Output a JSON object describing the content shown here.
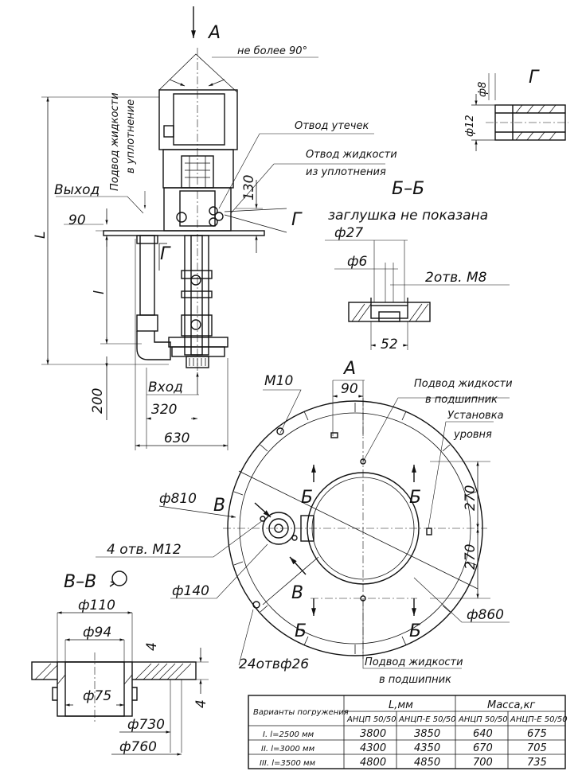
{
  "view_labels": {
    "view_a_top": "А",
    "view_a_circle": "А",
    "view_g": "Г",
    "g_mark_1": "Г",
    "g_mark_2": "Г",
    "section_bb": "Б–Б",
    "section_bb_note": "заглушка не показана",
    "section_vv": "В–В",
    "b_mark_1": "Б",
    "b_mark_2": "Б",
    "b_mark_3": "Б",
    "b_mark_4": "Б",
    "v_mark_1": "В",
    "v_mark_2": "В"
  },
  "annotations": {
    "angle": "не более 90°",
    "leak_drain": "Отвод утечек",
    "seal_drain_1": "Отвод жидкости",
    "seal_drain_2": "из уплотнения",
    "seal_supply_1": "Подвод жидкости",
    "seal_supply_2": "в уплотнение",
    "outlet": "Выход",
    "inlet": "Вход",
    "bearing_supply_top_1": "Подвод жидкости",
    "bearing_supply_top_2": "в подшипник",
    "level_set_1": "Установка",
    "level_set_2": "уровня",
    "bearing_supply_bot_1": "Подвод жидкости",
    "bearing_supply_bot_2": "в подшипник"
  },
  "dimensions": {
    "L": "L",
    "l": "l",
    "d90_left": "90",
    "d130": "130",
    "d200": "200",
    "d320": "320",
    "d630": "630",
    "d90_top": "90",
    "m10": "М10",
    "d810": "ф810",
    "holes_m12": "4 отв. М12",
    "d140": "ф140",
    "holes_24": "24отвф26",
    "d860": "ф860",
    "d270_top": "270",
    "d270_bot": "270",
    "d27": "ф27",
    "d6": "ф6",
    "holes_m8": "2отв. М8",
    "d52": "52",
    "d8": "ф8",
    "d12": "ф12",
    "d110": "ф110",
    "d94": "ф94",
    "t4_top": "4",
    "t4_bot": "4",
    "d75": "ф75",
    "d730": "ф730",
    "d760": "ф760"
  },
  "table": {
    "variants_header": "Варианты погружения",
    "length_header": "L,мм",
    "mass_header": "Масса,кг",
    "sub_headers": [
      "АНЦП 50/50",
      "АНЦП-Е 50/50",
      "АНЦП 50/50",
      "АНЦП-Е 50/50"
    ],
    "rows": [
      {
        "variant": "I.  l=2500 мм",
        "cells": [
          "3800",
          "3850",
          "640",
          "675"
        ]
      },
      {
        "variant": "II.  l=3000 мм",
        "cells": [
          "4300",
          "4350",
          "670",
          "705"
        ]
      },
      {
        "variant": "III.  l=3500 мм",
        "cells": [
          "4800",
          "4850",
          "700",
          "735"
        ]
      }
    ]
  }
}
